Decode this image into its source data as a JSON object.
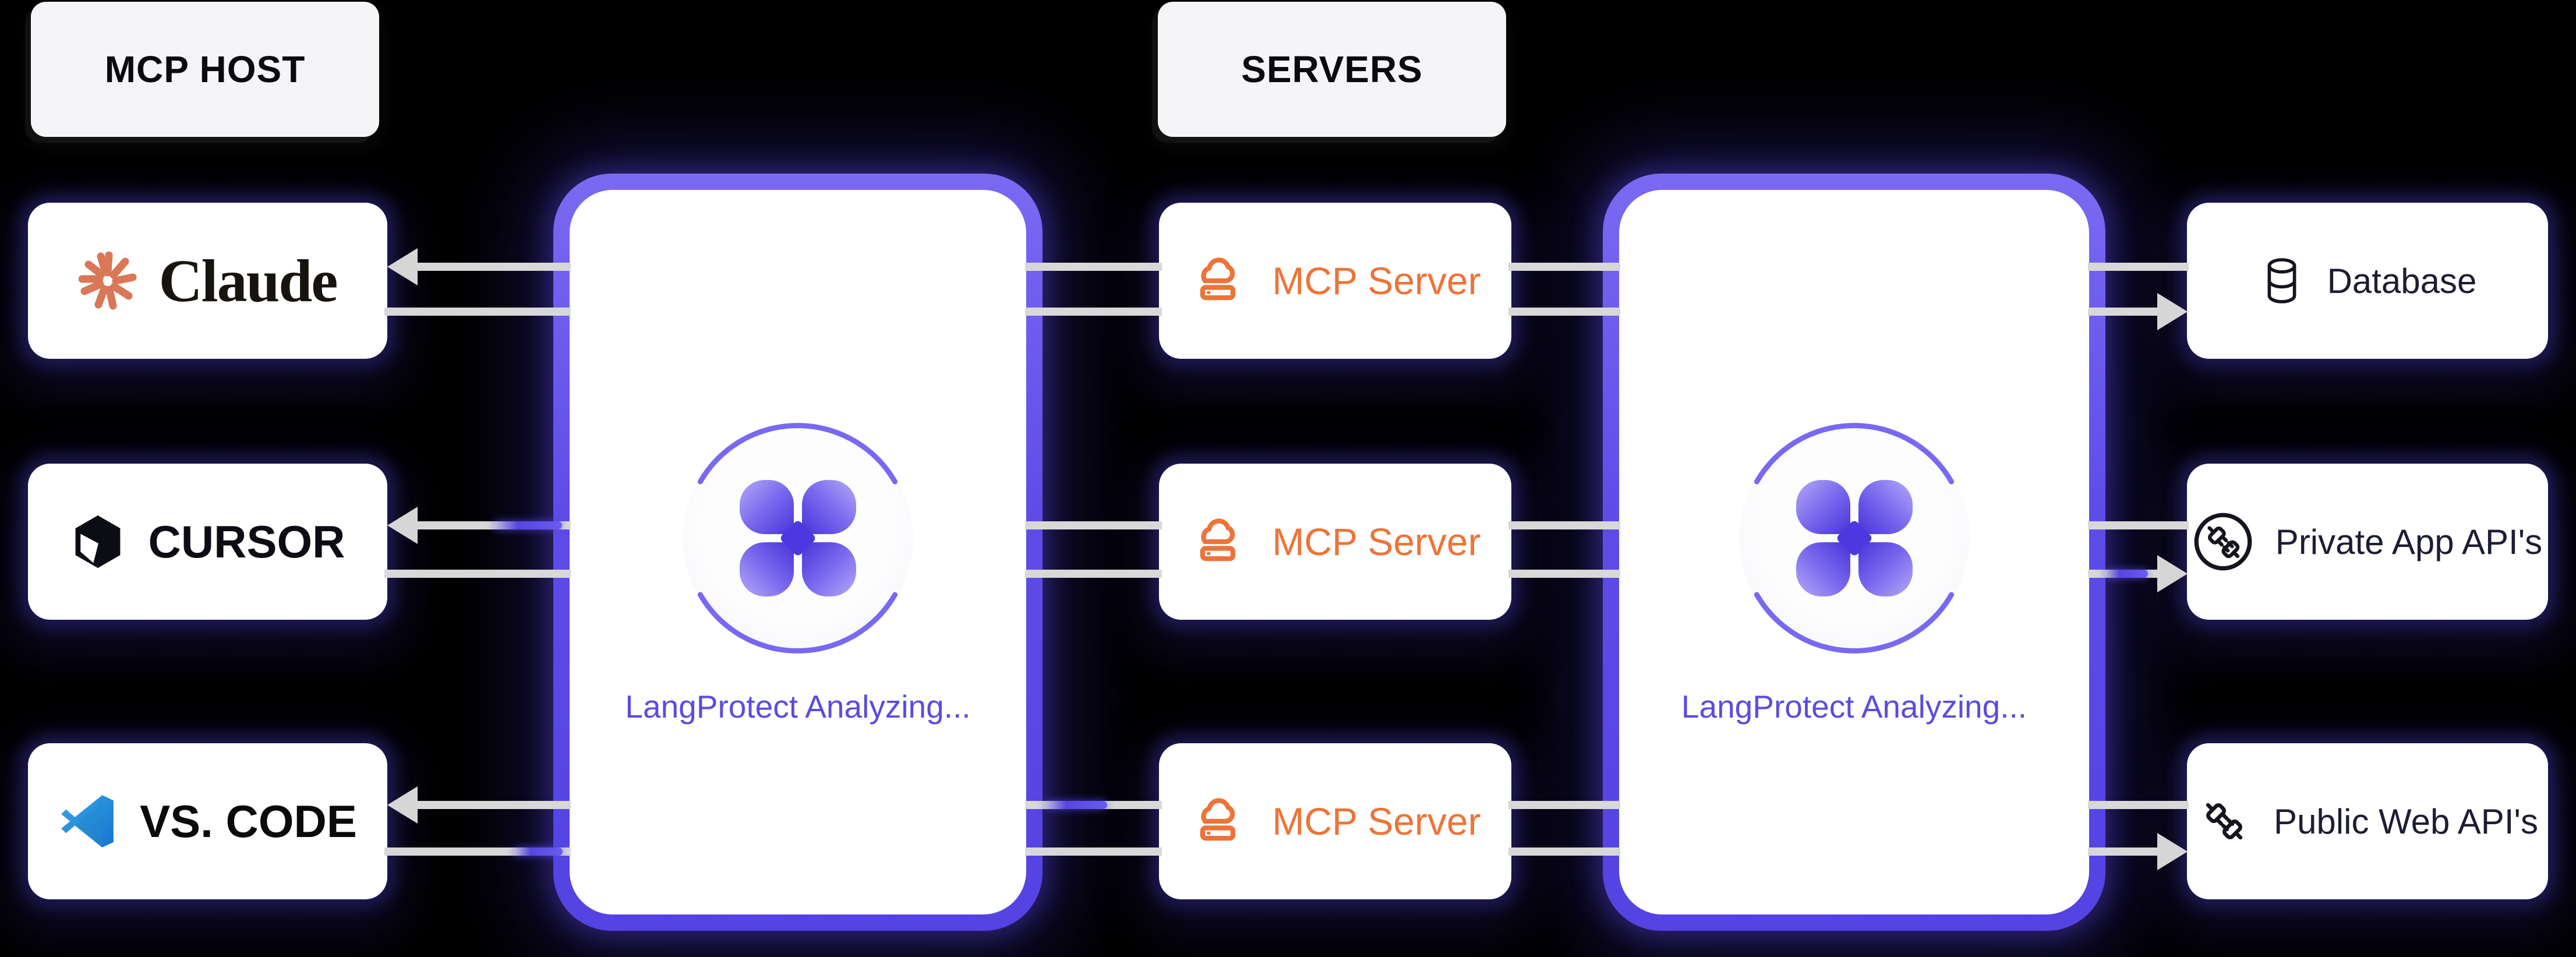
{
  "header": {
    "host_label": "MCP HOST",
    "servers_label": "SERVERS"
  },
  "hosts": [
    {
      "name": "Claude",
      "icon": "claude-logo"
    },
    {
      "name": "CURSOR",
      "icon": "cursor-logo"
    },
    {
      "name": "VS. CODE",
      "icon": "vscode-logo"
    }
  ],
  "gateways": [
    {
      "label": "LangProtect Analyzing...",
      "icon": "langprotect-flower"
    },
    {
      "label": "LangProtect Analyzing...",
      "icon": "langprotect-flower"
    }
  ],
  "servers": [
    {
      "label": "MCP Server",
      "icon": "cloud-server-icon"
    },
    {
      "label": "MCP Server",
      "icon": "cloud-server-icon"
    },
    {
      "label": "MCP Server",
      "icon": "cloud-server-icon"
    }
  ],
  "resources": [
    {
      "label": "Database",
      "icon": "database-icon"
    },
    {
      "label": "Private App API's",
      "icon": "plug-circle-icon"
    },
    {
      "label": "Public Web API's",
      "icon": "plug-icon"
    }
  ],
  "colors": {
    "background": "#000000",
    "card": "#ffffff",
    "label_bg": "#f5f4f6",
    "gateway_border": "#5f4de6",
    "gateway_text": "#5b4be0",
    "connector": "#d8d8d8",
    "pulse": "#5546e0",
    "server_accent": "#ED7438",
    "claude_accent": "#D97757",
    "vscode_blue": "#2196E3",
    "dark_text": "#1d1d32"
  }
}
